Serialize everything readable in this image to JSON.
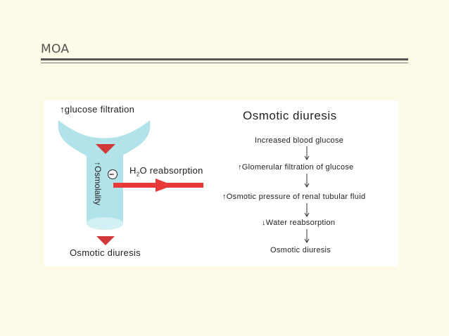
{
  "slide": {
    "title": "MOA"
  },
  "left_diagram": {
    "top_label": "↑glucose filtration",
    "tube_label": "↑Osmolality",
    "inhibit_symbol": "−",
    "h2o_label_prefix": "H",
    "h2o_label_sub": "2",
    "h2o_label_suffix": "O reabsorption",
    "bottom_label": "Osmotic diuresis",
    "colors": {
      "tube": "#b3e3ea",
      "arrow_red": "#e8393a",
      "triangle_red": "#d2373a"
    }
  },
  "flow": {
    "title": "Osmotic diuresis",
    "steps": [
      "Increased blood glucose",
      "↑Glomerular filtration of glucose",
      "↑Osmotic pressure of renal tubular fluid",
      "↓Water reabsorption",
      "Osmotic diuresis"
    ]
  }
}
